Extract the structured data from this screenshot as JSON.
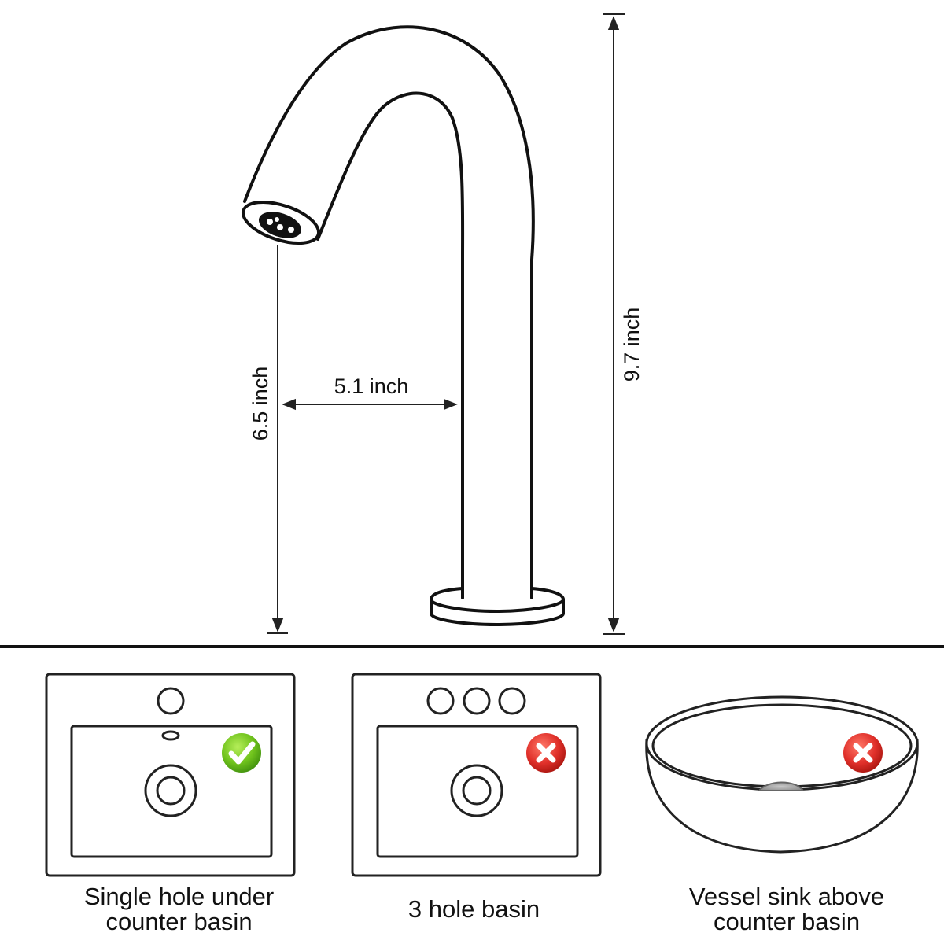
{
  "dimensions": {
    "spout_height": "6.5 inch",
    "reach": "5.1 inch",
    "total_height": "9.7 inch"
  },
  "options": [
    {
      "caption_lines": [
        "Single hole under",
        "counter basin"
      ],
      "status": "compatible",
      "status_icon": "check-icon",
      "status_color": "#6fc21c"
    },
    {
      "caption_lines": [
        "3 hole basin"
      ],
      "status": "incompatible",
      "status_icon": "cross-icon",
      "status_color": "#e0302a"
    },
    {
      "caption_lines": [
        "Vessel sink above",
        "counter basin"
      ],
      "status": "incompatible",
      "status_icon": "cross-icon",
      "status_color": "#e0302a"
    }
  ]
}
